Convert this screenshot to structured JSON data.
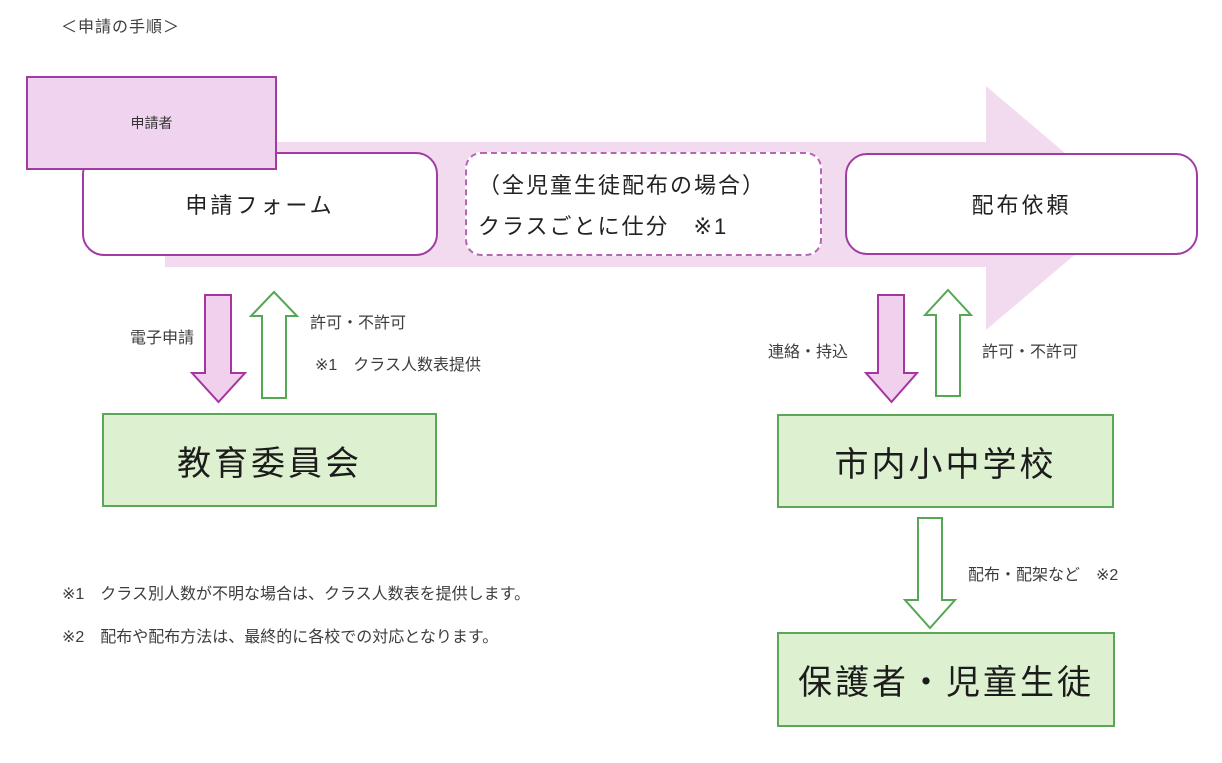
{
  "title": "＜申請の手順＞",
  "colors": {
    "band_pink": "#f3dbef",
    "box_pink_fill": "#f0d3ee",
    "purple_border": "#a03ca3",
    "dashed_border": "#b766b7",
    "arrow_pink_fill": "#f0d0ec",
    "arrow_pink_stroke": "#a535a0",
    "green_stroke": "#54a754",
    "green_fill": "#ddf1d1",
    "green_border": "#5ba657",
    "text_dark": "#3d3d3d",
    "text_black": "#222222"
  },
  "flow": {
    "applicant": "申請者",
    "form": "申請フォーム",
    "sort_line1": "（全児童生徒配布の場合）",
    "sort_line2": "クラスごとに仕分　※1",
    "request": "配布依頼",
    "education_board": "教育委員会",
    "schools": "市内小中学校",
    "parents_students": "保護者・児童生徒"
  },
  "labels": {
    "electronic_application": "電子申請",
    "approval": "許可・不許可",
    "class_roster_note": "※1　クラス人数表提供",
    "contact_delivery": "連絡・持込",
    "distribution": "配布・配架など　※2"
  },
  "footnotes": [
    "※1　クラス別人数が不明な場合は、クラス人数表を提供します。",
    "※2　配布や配布方法は、最終的に各校での対応となります。"
  ]
}
